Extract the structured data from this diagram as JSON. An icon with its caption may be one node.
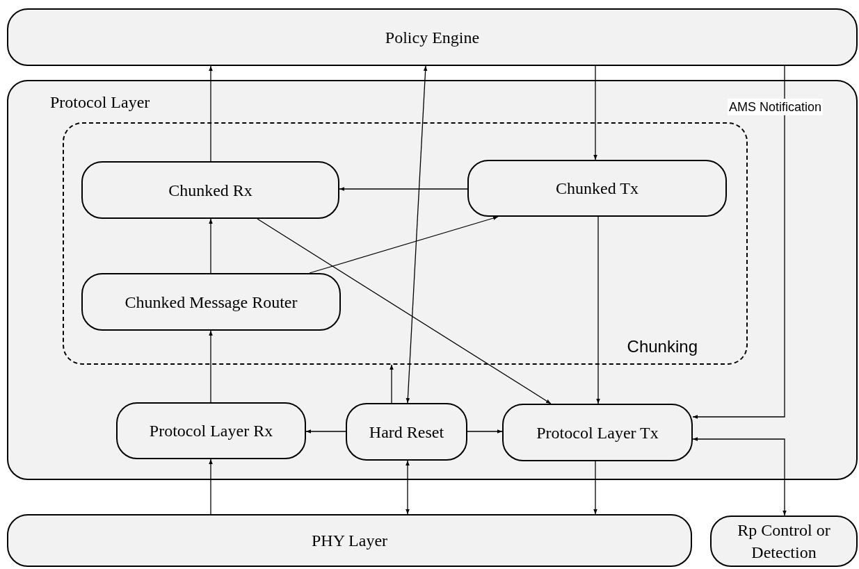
{
  "diagram": {
    "nodes": [
      {
        "text": [
          "Policy Engine"
        ]
      },
      {
        "text": [
          "Protocol Layer"
        ]
      },
      {
        "text": [
          "Chunking"
        ],
        "in": 1
      },
      {
        "text": [
          "Chunked Rx"
        ],
        "in": 2
      },
      {
        "text": [
          "Chunked Tx"
        ],
        "in": 2
      },
      {
        "text": [
          "Chunked Message Router"
        ],
        "in": 2
      },
      {
        "text": [
          "Protocol Layer Rx"
        ],
        "in": 1
      },
      {
        "text": [
          "Hard Reset"
        ],
        "in": 1
      },
      {
        "text": [
          "Protocol Layer Tx"
        ],
        "in": 1
      },
      {
        "text": [
          "PHY Layer"
        ]
      },
      {
        "text": [
          "Rp Control or Detection"
        ]
      }
    ],
    "edges": [
      {
        "from": 3,
        "to": 0,
        "arrow": "to"
      },
      {
        "from": 7,
        "to": 0,
        "arrow": "both"
      },
      {
        "from": 0,
        "to": 4,
        "arrow": "to"
      },
      {
        "from": 0,
        "to": 8,
        "arrow": "to",
        "label": "AMS Notification"
      },
      {
        "from": 4,
        "to": 3,
        "arrow": "to"
      },
      {
        "from": 5,
        "to": 4,
        "arrow": "to"
      },
      {
        "from": 3,
        "to": 8,
        "arrow": "to"
      },
      {
        "from": 5,
        "to": 3,
        "arrow": "to"
      },
      {
        "from": 4,
        "to": 8,
        "arrow": "to"
      },
      {
        "from": 6,
        "to": 5,
        "arrow": "to"
      },
      {
        "from": 7,
        "to": 2,
        "arrow": "to"
      },
      {
        "from": 7,
        "to": 6,
        "arrow": "to"
      },
      {
        "from": 7,
        "to": 8,
        "arrow": "to"
      },
      {
        "from": 9,
        "to": 6,
        "arrow": "to"
      },
      {
        "from": 7,
        "to": 9,
        "arrow": "both"
      },
      {
        "from": 8,
        "to": 9,
        "arrow": "to"
      },
      {
        "from": 10,
        "to": 8,
        "arrow": "both"
      }
    ]
  }
}
